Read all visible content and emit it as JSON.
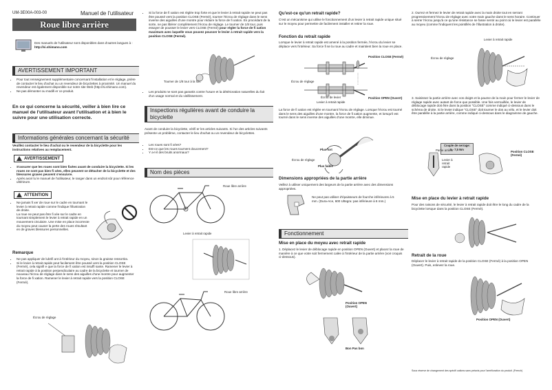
{
  "header": {
    "code": "UM-3E00A-003-00",
    "manual": "Manuel de l'utilisateur",
    "title": "Roue libre arrière"
  },
  "intro": {
    "text": "Des manuels de l'utilisateur sont disponibles dans d'autres langues à : ",
    "url": "http://si.shimano.com"
  },
  "sec_warning": "AVERTISSEMENT IMPORTANT",
  "warning_items": [
    "Pour tout renseignement supplémentaire concernant l'installation et le réglage, prière de contacter le lieu d'achat ou un revendeur de bicyclettes à proximité. Un manuel du revendeur est également disponible sur notre site Web (http://si.shimano.com).",
    "Ne pas démonter ou modifi er ce produit."
  ],
  "safety_para": "En ce qui concerne la sécurité, veiller à bien lire ce manuel de l'utilisateur avant l'utilisation et à bien le suivre pour une utilisation correcte.",
  "sec_general": "Informations générales concernant la sécurité",
  "general_intro": "Veuillez contacter le lieu d'achat ou le revendeur de la bicyclette pour les instructions relatives au remplacement.",
  "label_avert": "AVERTISSEMENT",
  "avert_items": [
    "S'assurer que les roues sont bien fixées avant de conduire la bicyclette. Si les roues ne sont pas bien fi xées, elles peuvent se détacher de la bicyclette et des blessures graves peuvent s'ensuivre.",
    "Après avoir lu le manuel de l'utilisateur, le ranger dans un endroit sûr pour référence ultérieure."
  ],
  "label_attention": "ATTENTION",
  "attention_items": [
    "Ne jamais fi xer de roue sur le cadre en tournant le levier à retrait rapide comme l'indique l'illustration de droite.",
    "La roue ne peut pas être fi xée sur le cadre en tournant simplement le levier à retrait rapide en un mouvement circulaire. Une mise en place incorrecte du moyeu peut causer la perte des roues résultant en de graves blessures personnelles."
  ],
  "remarque_title": "Remarque",
  "remarque_items": [
    "Ne pas appliquer de lubrifi ant à l'intérieur du moyeu, sinon la graisse ressortira.",
    "Si le levier à retrait rapide peut facilement être poussé vers la position CLOSE (Fermé), cela signifi e que la force de fi xation est insuffi sante. Ramener le levier à retrait rapide à la position perpendiculaire au cadre de la bicyclette et tourner de nouveau l'écrou de réglage dans le sens des aiguilles d'une montre pour augmenter la force de fi xation. Ramener le levier à retrait rapide vers la position CLOSE (Fermé)."
  ],
  "lbl_ecrou": "Écrou de réglage",
  "col2_top": "Si la force de fi xation est réglée trop forte et que le levier à retrait rapide ne peut pas être poussé vers la position CLOSE (Fermé), tourner l'écrou de réglage dans le sens inverse des aiguilles d'une montre pour réduire la force de fi xation. En procédant de la sorte, ne pas libérer complètement l'écrou de réglage. Le tourner de 1/8 tour, puis essayer de pousser le levier vers CLOSE (Fermé) ",
  "col2_top_bold": "pour régler la force de fi xation maximum avec laquelle vous pouvez pousser le levier à retrait rapide vers la position CLOSE (Fermé).",
  "lbl_tour": "Tourner de 1/8 tour à la fois",
  "col2_guarantee": "Les produits ne sont pas garantis contre l'usure et la détérioration naturelles du fait d'un usage normal et du vieillissement.",
  "sec_inspect": "Inspections régulières avant de conduire la bicyclette",
  "inspect_intro": "Avant de conduire la bicyclette, vérifi er les articles suivants. Si l'un des articles suivants présente un problème, contacter le lieu d'achat ou un revendeur de bicyclettes.",
  "inspect_items": [
    "Les roues sont fi xées?",
    "Est-ce que les roues tournent doucement?",
    "Y a-t-il des bruits anormaux?"
  ],
  "sec_parts": "Nom des pièces",
  "lbl_roue1": "Roue libre arrière",
  "lbl_levier": "Levier à retrait rapide",
  "lbl_roue2": "Roue libre arrière",
  "c3_h1": "Qu'est-ce qu'un retrait rapide?",
  "c3_p1": "C'est un mécanisme qui utilise le fonctionnement d'un levier à retrait rapide unique situé sur le moyeu pour permettre de facilement installer et retirer la roue.",
  "c3_h2": "Fonction du retrait rapide",
  "c3_p2": "Lorsque le levier à retrait rapide est amené à la position fermée, l'écrou du levier se déplace vers l'intérieur. Sa force fi se la roue au cadre et maintient bien la roue en place.",
  "lbl_close_f": "Position CLOSE (Fermé)",
  "lbl_ecrou3": "Écrou de réglage",
  "lbl_ecrou_levier": "Écrou de levier",
  "lbl_levier_rr": "Levier à retrait rapide",
  "lbl_open_o": "Position OPEN (Ouvert)",
  "c3_p3": "La force de fi xation est réglée en tournant l'écrou de réglage. Lorsque l'écrou est tourné dans le sens des aiguilles d'une montre, la force de fi xation augmente, et lorsqu'il est tourné dans le sens inverse des aiguilles d'une montre, elle diminue.",
  "lbl_plus_fort": "Plus fort",
  "lbl_ecrou4": "Écrou de réglage",
  "lbl_plus_faible": "Plus faible",
  "c3_h3": "Dimensions appropriées de la partie arrière",
  "c3_p4": "Veillez à utiliser uniquement des largeurs de la partie arrière avec des dimensions appropriées.",
  "c3_dim": "Ne peut pas utiliser d'épaisseurs de fourche inférieures à 5 mm. (Dura-Ace, 600 Ultegra: pas inférieure à 6 mm.)",
  "sec_fonct": "Fonctionnement",
  "c3_h4": "Mise en place du moyeu avec retrait rapide",
  "c3_step1": "1. Déplacez le levier de déblocage rapide en position OPEN (Ouvert) et placez la roue de manière à ce que votre soit fermement calée à l'intérieur de la partie arrière (voir croquis ci-dessous).",
  "lbl_open2": "Position OPEN (Ouvert)",
  "lbl_bonpas": "Bon Pas bon",
  "c4_step2": "2. Ourrez et fermez le levier de retrait rapide avec la main droite tout en serrant progressivement l'écrou de réglage avec votre main gauche dans le sens horaire. Continuer à serrer l'écrou jusqu'à ce qu'une résistance se fasse sentir au point où le levier est parallèle au moyeu (comme l'indiquent les pointillés de l'illustration à droite).",
  "lbl_levier4": "Levier à retrait rapide",
  "lbl_ecrou5": "Écrou de réglage",
  "c4_step3": "3. Saisissez la partie arrière avec vos doigts et la paume de la main pour fermer le levier de réglage rapide avec autant de force que possible. Une fois verrouillée, le levier de déblocage rapide doit être dans la position \"CLOSE\" comme indiqué ci-dessous dans le schéma de droite. Si le levier indique \"CLOSE\" doit tourner le dos au vélo, et le levier doit être parallèle à la partie arrière, comme indiqué ci-dessous dans le diagramme de gauche.",
  "box_label": "Couple de serrage:",
  "box_value": "5 - 7,5 Nm",
  "lbl_partie": "Partie arrière",
  "lbl_levier5": "Levier à retrait rapide",
  "lbl_close2": "Position CLOSE (Fermé)",
  "c4_h1": "Mise en place du levier à retrait rapide",
  "c4_p1": "Pour des raisons de sécurité, le levier à retrait rapide doit être le long du cadre de la bicyclette lorsque dans la position CLOSE (Fermé).",
  "c4_h2": "Retrait de la roue",
  "c4_p2": "Déplacer le levier à retrait rapide de la position CLOSE (Fermé) à la position OPEN (Ouvert). Puis, enlevez la roue.",
  "lbl_open3": "Position OPEN (Ouvert)",
  "footer": "Sous réserve de changement des spécifi cations sans préavis pour l'amélioration du produit. (French)"
}
